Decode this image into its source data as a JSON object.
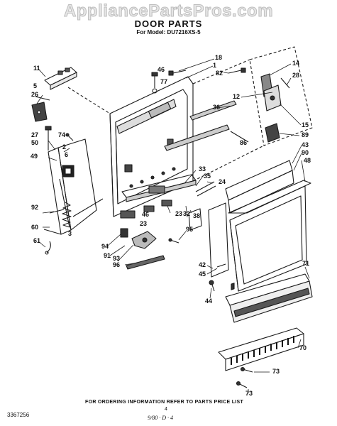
{
  "watermark": "AppliancePartsPros.com",
  "title": "DOOR PARTS",
  "model": "For Model: DU7216XS-5",
  "callouts": [
    "11",
    "5",
    "26",
    "27",
    "50",
    "74",
    "2",
    "6",
    "49",
    "92",
    "60",
    "61",
    "3",
    "94",
    "91",
    "93",
    "96",
    "46",
    "77",
    "18",
    "1",
    "82",
    "14",
    "28",
    "12",
    "36",
    "15",
    "89",
    "86",
    "43",
    "90",
    "48",
    "33",
    "35",
    "24",
    "23",
    "32",
    "38",
    "46",
    "23",
    "95",
    "42",
    "45",
    "44",
    "71",
    "70",
    "73",
    "73"
  ],
  "footer": {
    "part_number": "3367256",
    "ordering_note": "FOR ORDERING INFORMATION REFER TO PARTS PRICE LIST",
    "page": "4",
    "signature": "9/80 · D · 4"
  },
  "colors": {
    "line": "#1a1a1a",
    "watermark": "#bdbdbd"
  }
}
